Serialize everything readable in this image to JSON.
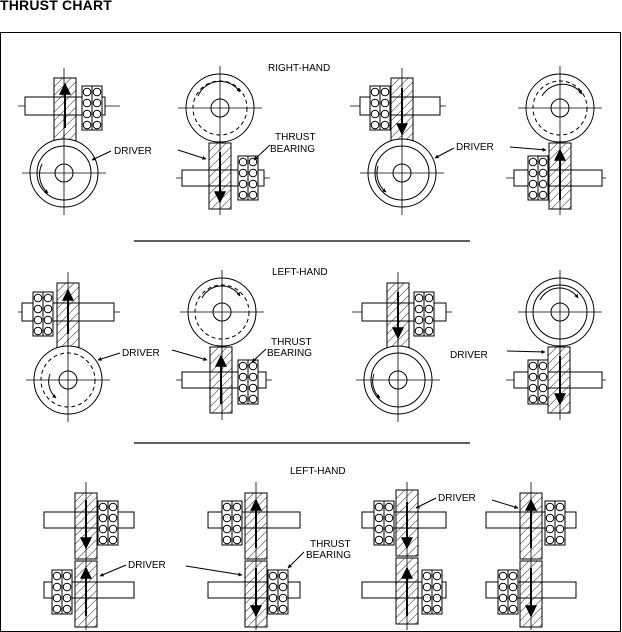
{
  "title": "THRUST CHART",
  "sections": [
    {
      "heading": "RIGHT-HAND"
    },
    {
      "heading": "LEFT-HAND"
    },
    {
      "heading": "LEFT-HAND"
    }
  ],
  "labels": {
    "driver": "DRIVER",
    "thrust_line1": "THRUST",
    "thrust_line2": "BEARING"
  }
}
